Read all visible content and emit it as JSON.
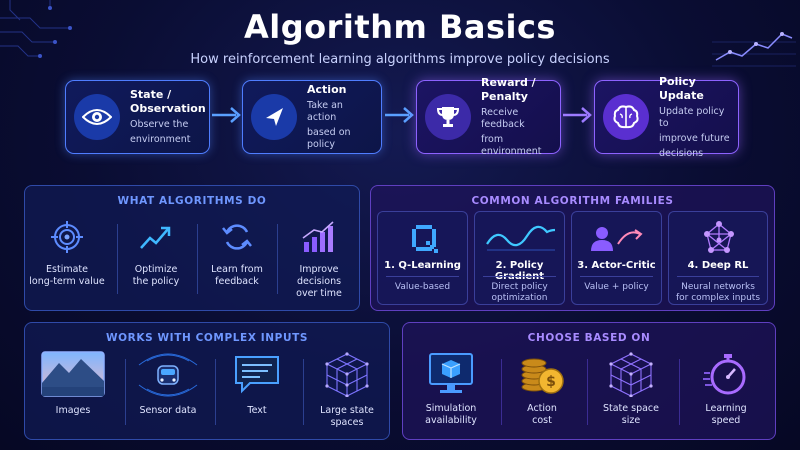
{
  "header": {
    "title": "Algorithm Basics",
    "subtitle": "How reinforcement learning algorithms improve policy decisions"
  },
  "flow": [
    {
      "title_line1": "State /",
      "title_line2": "Observation",
      "desc_line1": "Observe the",
      "desc_line2": "environment",
      "desc_line3": "",
      "icon": "eye-icon"
    },
    {
      "title_line1": "Action",
      "title_line2": "",
      "desc_line1": "Take an action",
      "desc_line2": "based on policy",
      "desc_line3": "",
      "icon": "pointer-cursor-icon"
    },
    {
      "title_line1": "Reward /",
      "title_line2": "Penalty",
      "desc_line1": "Receive feedback",
      "desc_line2": "from environment",
      "desc_line3": "",
      "icon": "trophy-icon"
    },
    {
      "title_line1": "Policy Update",
      "title_line2": "",
      "desc_line1": "Update policy to",
      "desc_line2": "improve future",
      "desc_line3": "decisions",
      "icon": "brain-icon"
    }
  ],
  "what": {
    "title": "WHAT ALGORITHMS DO",
    "items": [
      {
        "line1": "Estimate",
        "line2": "long-term value",
        "icon": "target-icon"
      },
      {
        "line1": "Optimize",
        "line2": "the policy",
        "icon": "trend-up-icon"
      },
      {
        "line1": "Learn from",
        "line2": "feedback",
        "icon": "refresh-icon"
      },
      {
        "line1": "Improve decisions",
        "line2": "over time",
        "icon": "growth-bars-icon"
      }
    ]
  },
  "families": {
    "title": "COMMON ALGORITHM FAMILIES",
    "items": [
      {
        "name": "1. Q-Learning",
        "desc_line1": "Value-based",
        "desc_line2": "",
        "icon": "q-letter-icon"
      },
      {
        "name": "2. Policy Gradient",
        "desc_line1": "Direct policy",
        "desc_line2": "optimization",
        "icon": "wave-icon"
      },
      {
        "name": "3. Actor-Critic",
        "desc_line1": "Value + policy",
        "desc_line2": "",
        "icon": "actor-critic-icon"
      },
      {
        "name": "4. Deep RL",
        "desc_line1": "Neural networks",
        "desc_line2": "for complex inputs",
        "icon": "network-icon"
      }
    ]
  },
  "inputs": {
    "title": "WORKS WITH COMPLEX INPUTS",
    "items": [
      {
        "label": "Images",
        "icon": "landscape-image-icon"
      },
      {
        "label": "Sensor data",
        "icon": "car-sensor-icon"
      },
      {
        "label": "Text",
        "icon": "chat-text-icon"
      },
      {
        "label": "Large state spaces",
        "icon": "cube-grid-icon"
      }
    ]
  },
  "choose": {
    "title": "CHOOSE BASED ON",
    "items": [
      {
        "line1": "Simulation",
        "line2": "availability",
        "icon": "monitor-cube-icon"
      },
      {
        "line1": "Action",
        "line2": "cost",
        "icon": "coins-icon"
      },
      {
        "line1": "State space",
        "line2": "size",
        "icon": "lattice-cube-icon"
      },
      {
        "line1": "Learning",
        "line2": "speed",
        "icon": "stopwatch-icon"
      }
    ]
  },
  "colors": {
    "accent_blue": "#4f7dff",
    "accent_purple": "#8d62ff",
    "background": "#0a0d33"
  }
}
